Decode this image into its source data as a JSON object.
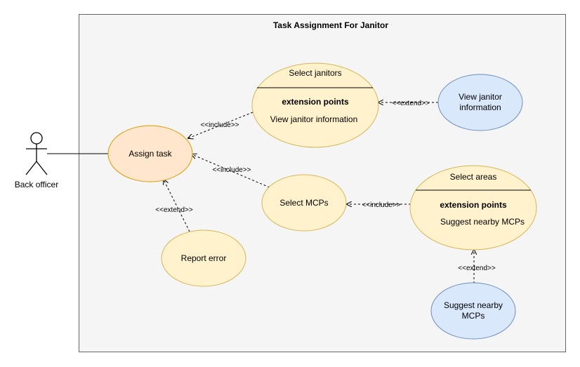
{
  "diagram": {
    "title": "Task Assignment For Janitor",
    "actor": {
      "label": "Back officer"
    },
    "use_cases": {
      "assign_task": "Assign task",
      "select_janitors": {
        "title": "Select janitors",
        "ext_header": "extension points",
        "ext_point": "View janitor information"
      },
      "view_janitor_info": {
        "line1": "View janitor",
        "line2": "information"
      },
      "select_mcps": "Select MCPs",
      "report_error": "Report error",
      "select_areas": {
        "title": "Select areas",
        "ext_header": "extension points",
        "ext_point": "Suggest nearby MCPs"
      },
      "suggest_mcps": {
        "line1": "Suggest nearby",
        "line2": "MCPs"
      }
    },
    "relations": {
      "include_janitors": "<<include>>",
      "include_mcps": "<<include>>",
      "include_areas": "<<include>>",
      "extend_view": "<<extend>>",
      "extend_report": "<<extend>>",
      "extend_suggest": "<<extend>>"
    },
    "colors": {
      "orange_fill": "#ffe6cc",
      "orange_stroke": "#d79b00",
      "yellow_fill": "#fff2cc",
      "yellow_stroke": "#d6b656",
      "blue_fill": "#dae8fc",
      "blue_stroke": "#6c8ebf"
    }
  }
}
